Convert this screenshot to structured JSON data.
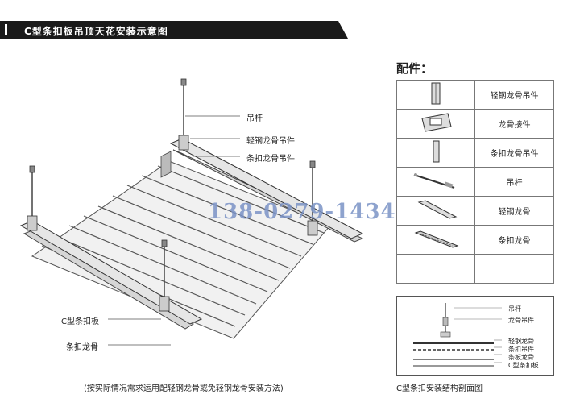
{
  "banner": {
    "title": "C型条扣板吊顶天花安装示意图"
  },
  "callouts": {
    "hanger_rod": "吊杆",
    "light_keel_hanger": "轻钢龙骨吊件",
    "strip_keel_hanger": "条扣龙骨吊件",
    "c_strip_panel": "C型条扣板",
    "strip_keel": "条扣龙骨"
  },
  "watermark": "138-0279-1434",
  "install_note": "(按实际情况需求运用配轻钢龙骨或免轻钢龙骨安装方法)",
  "parts": {
    "title": "配件：",
    "items": [
      {
        "name": "轻钢龙骨吊件",
        "icon": "light-keel-hanger-icon"
      },
      {
        "name": "龙骨接件",
        "icon": "keel-connector-icon"
      },
      {
        "name": "条扣龙骨吊件",
        "icon": "strip-keel-hanger-icon"
      },
      {
        "name": "吊杆",
        "icon": "hanger-rod-icon"
      },
      {
        "name": "轻钢龙骨",
        "icon": "light-keel-icon"
      },
      {
        "name": "条扣龙骨",
        "icon": "strip-keel-icon"
      },
      {
        "name": "",
        "icon": ""
      }
    ]
  },
  "section": {
    "labels": [
      "吊杆",
      "龙骨吊件",
      "轻钢龙骨",
      "条扣吊件",
      "条板龙骨",
      "C型条扣板"
    ],
    "caption": "C型条扣安装结构剖面图"
  }
}
